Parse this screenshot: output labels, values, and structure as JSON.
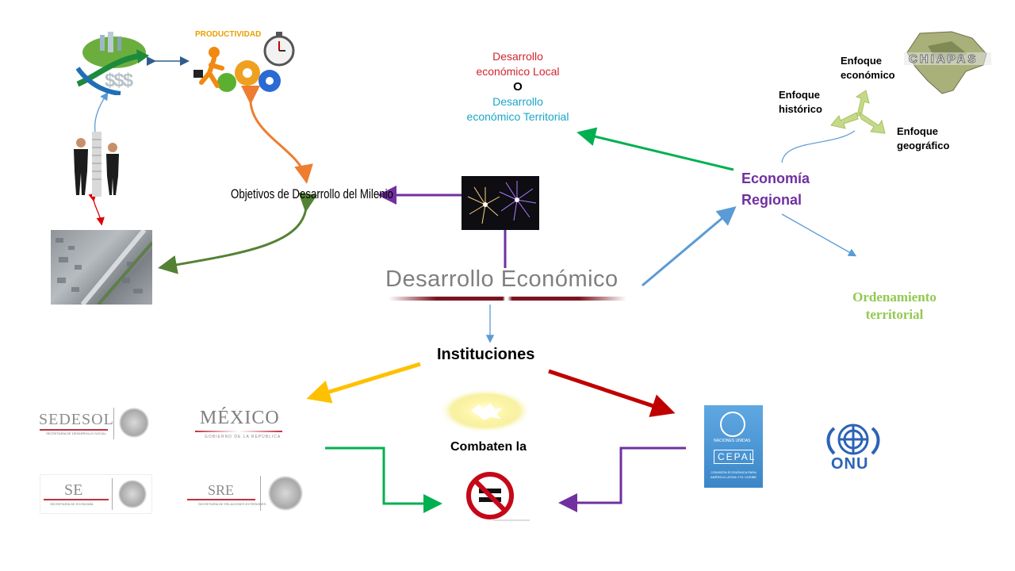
{
  "nodes": {
    "productividad": "PRODUCTIVIDAD",
    "odm": "Objetivos de Desarrollo del Milenio",
    "desarrollo_local_1": "Desarrollo",
    "desarrollo_local_2": "económico Local",
    "o": "O",
    "desarrollo_terr_1": "Desarrollo",
    "desarrollo_terr_2": "económico Territorial",
    "economia_1": "Economía",
    "economia_2": "Regional",
    "enfoque_economico_1": "Enfoque",
    "enfoque_economico_2": "económico",
    "enfoque_historico_1": "Enfoque",
    "enfoque_historico_2": "histórico",
    "enfoque_geografico_1": "Enfoque",
    "enfoque_geografico_2": "geográfico",
    "chiapas": "CHIAPAS",
    "ordenamiento_1": "Ordenamiento",
    "ordenamiento_2": "territorial",
    "desarrollo_economico": "Desarrollo Económico",
    "instituciones": "Instituciones",
    "combaten": "Combaten la",
    "money": "$$$"
  },
  "logos": {
    "sedesol": "SEDESOL",
    "sedesol_sub": "SECRETARÍA DE DESARROLLO SOCIAL",
    "mexico": "MÉXICO",
    "mexico_sub": "GOBIERNO DE LA REPÚBLICA",
    "se": "SE",
    "se_sub": "SECRETARÍA DE ECONOMÍA",
    "sre": "SRE",
    "sre_sub": "SECRETARÍA DE RELACIONES EXTERIORES",
    "cepal_top": "NACIONES UNIDAS",
    "cepal": "CEPAL",
    "cepal_sub": "COMISIÓN ECONÓMICA PARA AMÉRICA LATINA Y EL CARIBE",
    "onu": "ONU"
  },
  "colors": {
    "red_text": "#d0262e",
    "cyan_text": "#1aa6c9",
    "purple": "#7030a0",
    "green_light": "#92c94f",
    "orange": "#ed7d31",
    "green_dark": "#548235",
    "blue_arrow": "#5b9bd5",
    "yellow": "#ffc000",
    "dark_red": "#c00000",
    "green_arrow": "#00b050"
  }
}
